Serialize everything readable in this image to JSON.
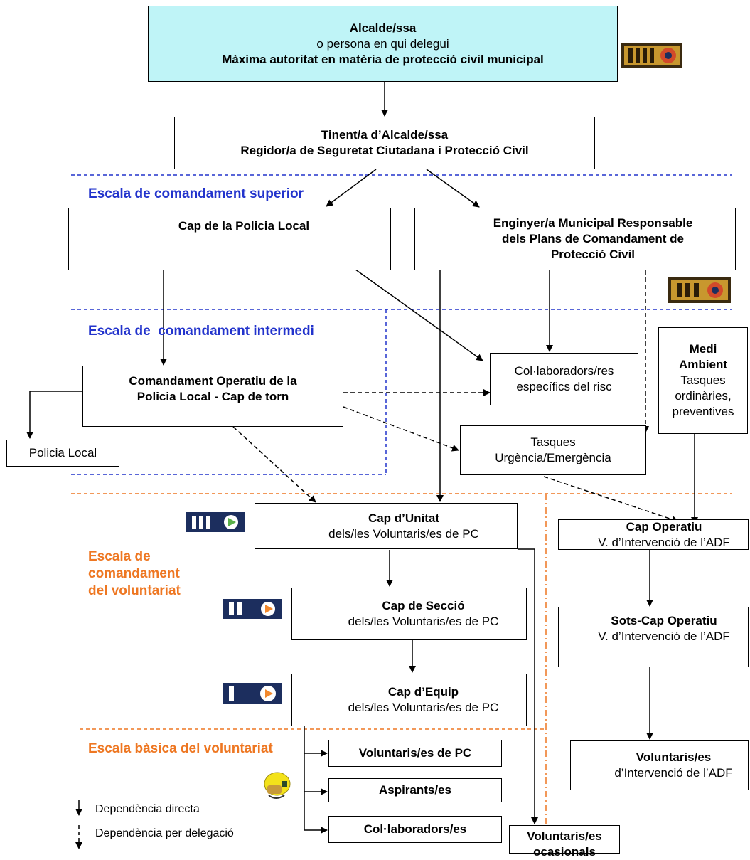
{
  "colors": {
    "top_box_fill": "#bff4f7",
    "blue_level": "#2233cc",
    "orange_level": "#ee7722",
    "badge_gold": "#c8972e",
    "badge_navy": "#1c2e5e"
  },
  "boxes": {
    "mayor": {
      "line1": "Alcalde/ssa",
      "line2": "o persona en qui delegui",
      "line3": "Màxima autoritat en matèria de protecció civil municipal"
    },
    "deputy": {
      "line1": "Tinent/a d’Alcalde/ssa",
      "line2": "Regidor/a de Seguretat Ciutadana i Protecció Civil"
    },
    "police_chief": {
      "line1": "Cap de la Policia Local"
    },
    "engineer": {
      "line1": "Enginyer/a Municipal Responsable",
      "line2": "dels Plans de Comandament de",
      "line3": "Protecció Civil"
    },
    "operational_command": {
      "line1": "Comandament Operatiu de la",
      "line2": "Policia Local - Cap de torn"
    },
    "local_police": {
      "line1": "Policia Local"
    },
    "risk_collaborators": {
      "line1": "Col·laboradors/res",
      "line2": "específics del risc"
    },
    "urgent_tasks": {
      "line1": "Tasques",
      "line2": "Urgència/Emergència"
    },
    "environment": {
      "line1": "Medi",
      "line2": "Ambient",
      "line3": "Tasques",
      "line4": "ordinàries,",
      "line5": "preventives"
    },
    "unit_chief": {
      "line1": "Cap d’Unitat",
      "line2": "dels/les Voluntaris/es de PC"
    },
    "section_chief": {
      "line1": "Cap de Secció",
      "line2": "dels/les Voluntaris/es de PC"
    },
    "team_chief": {
      "line1": "Cap d’Equip",
      "line2": "dels/les Voluntaris/es de PC"
    },
    "volunteers_pc": {
      "line1": "Voluntaris/es de PC"
    },
    "applicants": {
      "line1": "Aspirants/es"
    },
    "collaborators": {
      "line1": "Col·laboradors/es"
    },
    "occasional": {
      "line1": "Voluntaris/es",
      "line2": "ocasionals"
    },
    "adf_chief": {
      "line1": "Cap Operatiu",
      "line2": "V. d’Intervenció  de l’ADF"
    },
    "adf_subchief": {
      "line1": "Sots-Cap Operatiu",
      "line2": "V. d’Intervenció de l’ADF"
    },
    "adf_volunteers": {
      "line1": "Voluntaris/es",
      "line2": "d’Intervenció de l’ADF"
    }
  },
  "levels": {
    "superior": "Escala de comandament superior",
    "intermediate": "Escala de  comandament intermedi",
    "volunteer_line1": "Escala de",
    "volunteer_line2": "comandament",
    "volunteer_line3": "del voluntariat",
    "basic": "Escala bàsica del voluntariat"
  },
  "legend": {
    "direct": "Dependència directa",
    "delegated": "Dependència per delegació"
  }
}
